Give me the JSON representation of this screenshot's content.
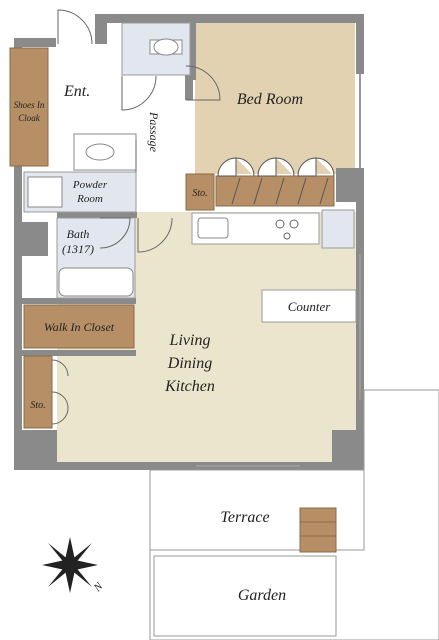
{
  "rooms": {
    "ent": "Ent.",
    "shoes_in_cloak_line1": "Shoes In",
    "shoes_in_cloak_line2": "Cloak",
    "passage": "Passage",
    "bed_room": "Bed Room",
    "powder_room_line1": "Powder",
    "powder_room_line2": "Room",
    "sto_upper": "Sto.",
    "bath_line1": "Bath",
    "bath_line2": "(1317)",
    "counter": "Counter",
    "walk_in_closet": "Walk In Closet",
    "living_line1": "Living",
    "living_line2": "Dining",
    "living_line3": "Kitchen",
    "sto_lower": "Sto.",
    "terrace": "Terrace",
    "garden": "Garden"
  },
  "compass": {
    "north_label": "N"
  },
  "colors": {
    "wall": "#8a8a8a",
    "floor": "#e8dfc4",
    "bedroom_floor": "#e0cfae",
    "storage": "#b78f66",
    "wet_area": "#e2e6ee",
    "terrace_ground": "#ffffff",
    "outline": "#9a9a9a"
  }
}
